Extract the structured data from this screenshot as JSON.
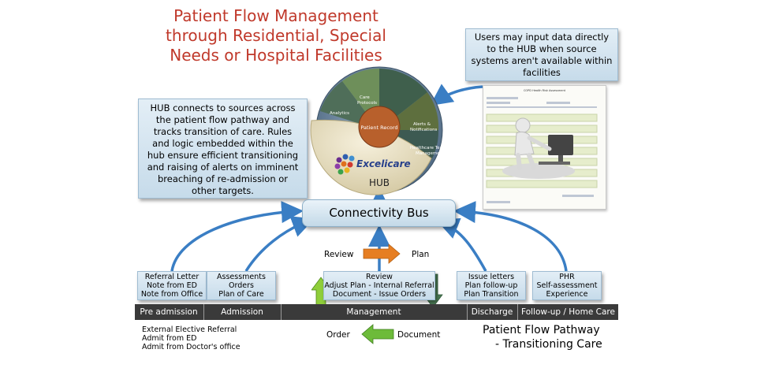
{
  "title": {
    "lines": [
      "Patient Flow Management",
      "through Residential, Special",
      "Needs or Hospital Facilities"
    ]
  },
  "hub_note": {
    "lines": [
      "HUB connects to sources across",
      "the patient flow pathway and",
      "tracks transition of care.  Rules",
      "and logic embedded within the",
      "hub ensure efficient transitioning",
      "and raising of alerts on imminent",
      "breaching of re-admission or",
      "other targets."
    ]
  },
  "users_note": {
    "lines": [
      "Users may input data directly",
      "to the HUB when source",
      "systems aren't available within",
      "facilities"
    ]
  },
  "hub": {
    "segments": {
      "analytics": "Analytics",
      "care_protocols_1": "Care",
      "care_protocols_2": "Protocols",
      "patient_record": "Patient Record",
      "alerts_1": "Alerts &",
      "alerts_2": "Notifications",
      "team_1": "Healthcare Team",
      "team_2": "Management"
    },
    "brand": "Excelicare",
    "label": "HUB"
  },
  "form": {
    "title": "COPD Health Risk Assessment"
  },
  "bus": {
    "label": "Connectivity Bus"
  },
  "cycle": {
    "review": "Review",
    "plan": "Plan",
    "order": "Order",
    "document": "Document"
  },
  "stages": [
    {
      "lines": [
        "Referral Letter",
        "Note from ED",
        "Note from Office"
      ]
    },
    {
      "lines": [
        "Assessments",
        "Orders",
        "Plan of Care"
      ]
    },
    {
      "lines": [
        "Review",
        "Adjust Plan - Internal Referral",
        "Document - Issue Orders"
      ]
    },
    {
      "lines": [
        "Issue letters",
        "Plan follow-up",
        "Plan Transition"
      ]
    },
    {
      "lines": [
        "PHR",
        "Self-assessment",
        "Experience"
      ]
    }
  ],
  "phases": [
    "Pre admission",
    "Admission",
    "Management",
    "Discharge",
    "Follow-up / Home Care"
  ],
  "intake": {
    "lines": [
      "External Elective Referral",
      "Admit from ED",
      "Admit from Doctor's office"
    ]
  },
  "pathway": {
    "lines": [
      "Patient Flow Pathway",
      "- Transitioning Care"
    ]
  },
  "colors": {
    "title": "#c0392b",
    "connector": "#3a7ec4",
    "phase_bar": "#3a3a3a",
    "arrow_orange": "#e67e22",
    "arrow_green": "#6dbb3a",
    "arrow_dark_green": "#4b7a55"
  }
}
